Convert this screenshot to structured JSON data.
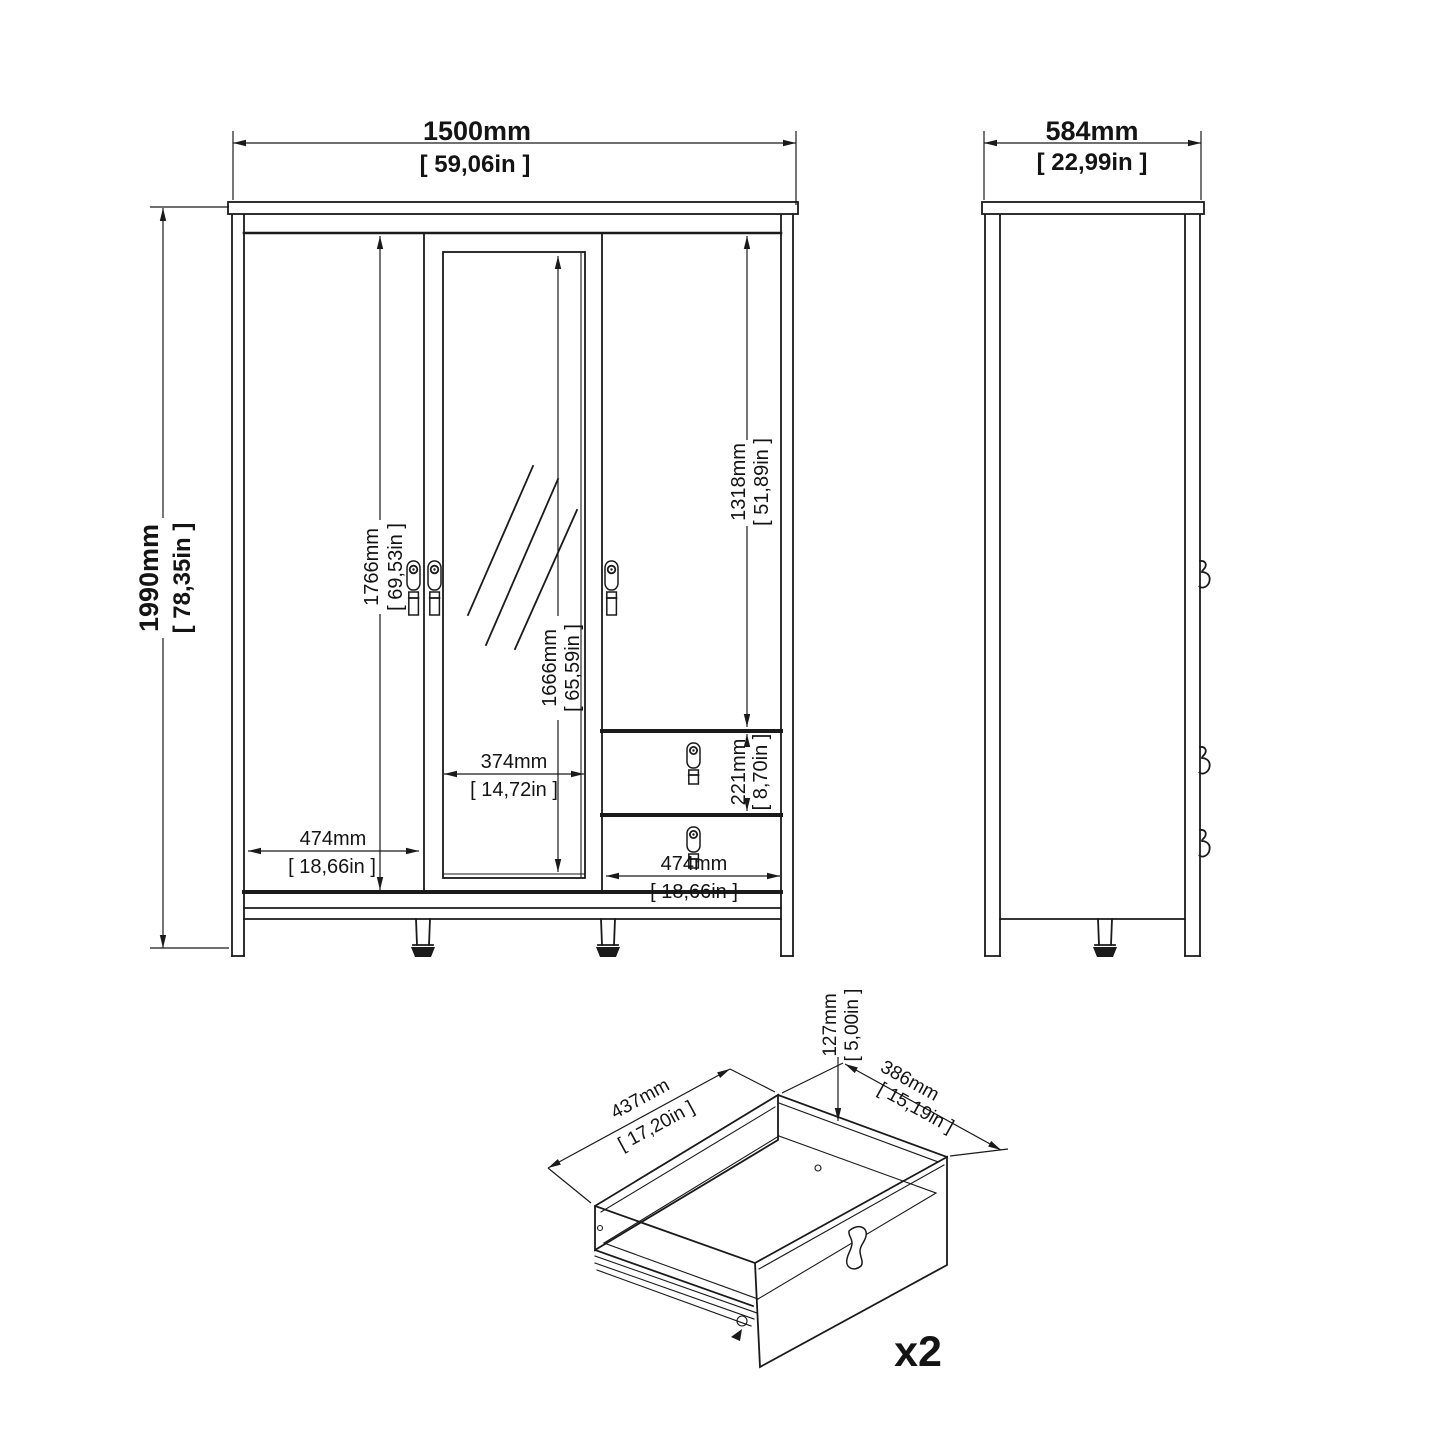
{
  "drawing_type": "furniture technical drawing - 3 door 2 drawer mirrored wardrobe",
  "colors": {
    "line": "#1a1a1a",
    "background": "#ffffff"
  },
  "icons": {
    "door_handle": "leather-strap-handle",
    "drawer_handle": "leather-strap-handle",
    "side_handle": "leather-loop-side-profile",
    "foot": "adjustable-foot"
  },
  "front_view": {
    "overall_width": {
      "mm": "1500mm",
      "inches": "[ 59,06in ]"
    },
    "overall_height": {
      "mm": "1990mm",
      "inches": "[ 78,35in ]"
    },
    "left_door_height": {
      "mm": "1766mm",
      "inches": "[ 69,53in ]"
    },
    "mirror_height": {
      "mm": "1666mm",
      "inches": "[ 65,59in ]"
    },
    "mirror_width": {
      "mm": "374mm",
      "inches": "[ 14,72in ]"
    },
    "right_door_height": {
      "mm": "1318mm",
      "inches": "[ 51,89in ]"
    },
    "drawer_front_height": {
      "mm": "221mm",
      "inches": "[ 8,70in ]"
    },
    "left_door_width": {
      "mm": "474mm",
      "inches": "[ 18,66in ]"
    },
    "right_section_width": {
      "mm": "474mm",
      "inches": "[ 18,66in ]"
    }
  },
  "side_view": {
    "overall_depth": {
      "mm": "584mm",
      "inches": "[ 22,99in ]"
    }
  },
  "drawer_detail": {
    "inner_depth": {
      "mm": "437mm",
      "inches": "[ 17,20in ]"
    },
    "inner_width": {
      "mm": "386mm",
      "inches": "[ 15,19in ]"
    },
    "inner_height": {
      "mm": "127mm",
      "inches": "[ 5,00in ]"
    },
    "quantity_label": "x2"
  }
}
